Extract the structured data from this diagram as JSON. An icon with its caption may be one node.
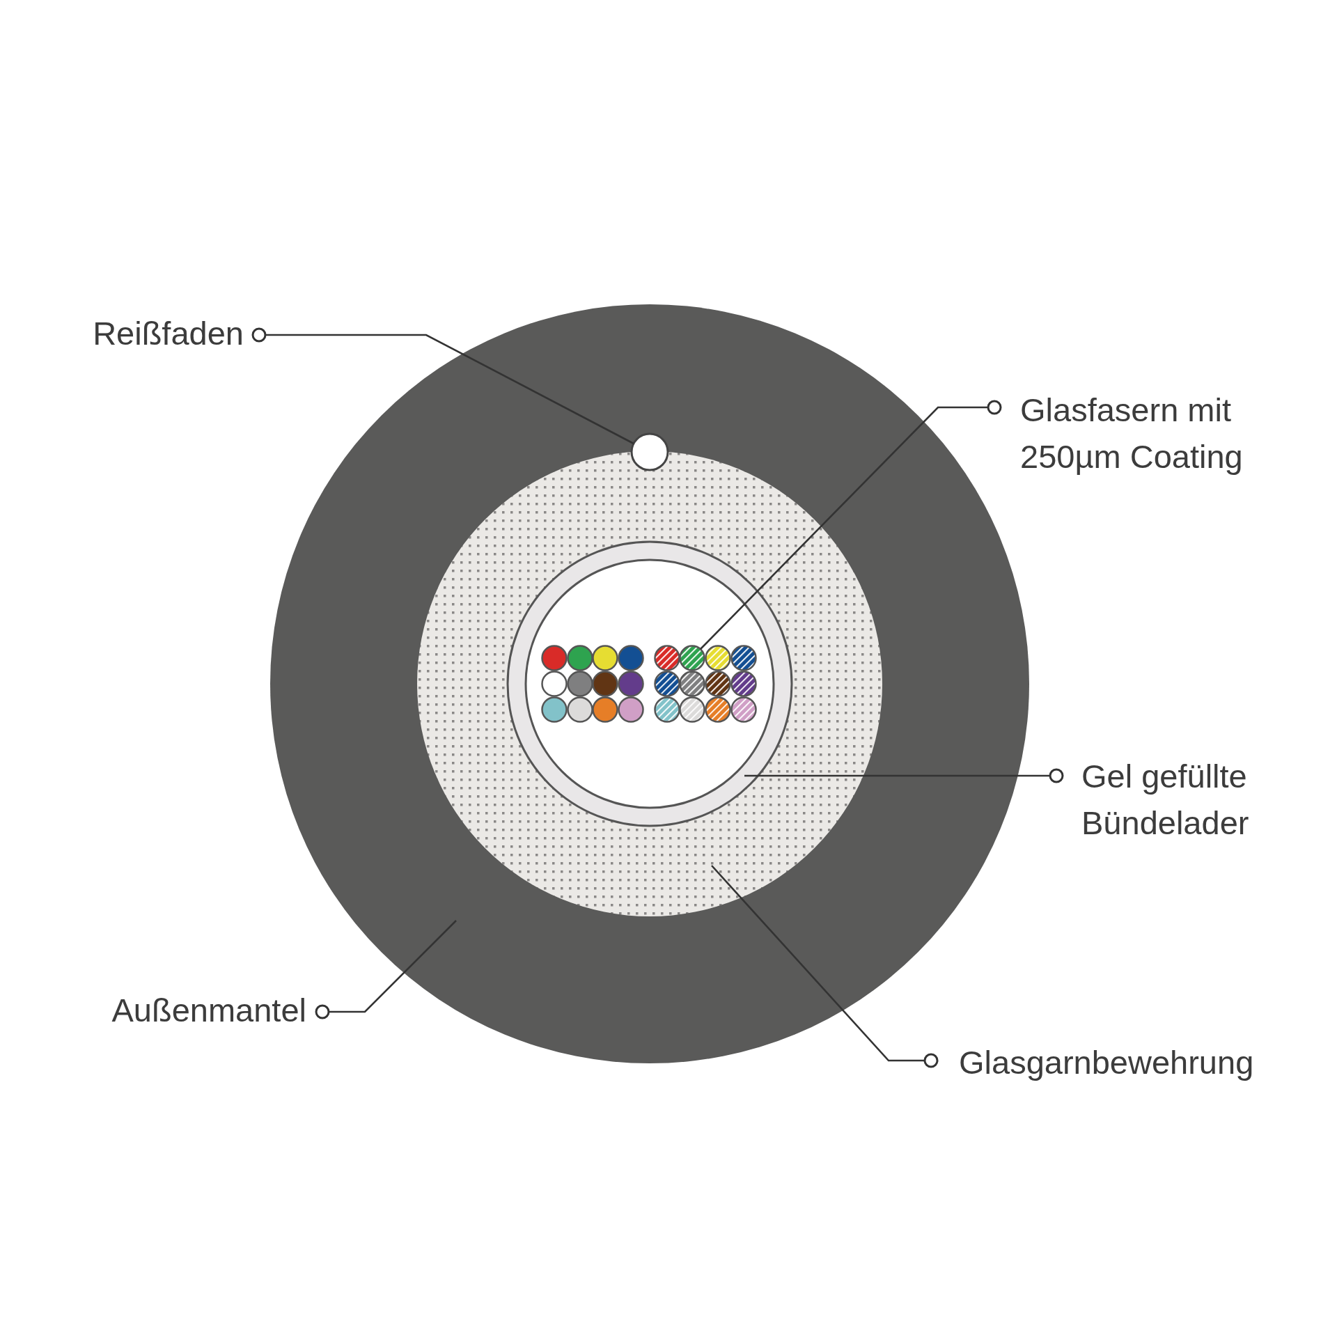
{
  "diagram": {
    "nodes": [
      {
        "text": [
          "Reißfaden"
        ]
      },
      {
        "text": [],
        "shape": "circle",
        "in": 7
      },
      {
        "text": [
          "Glasfasern mit 250µm Coating"
        ]
      },
      {
        "text": [],
        "shape": "circle",
        "in": 5
      },
      {
        "text": [
          "Gel gefüllte Bündelader"
        ]
      },
      {
        "text": [],
        "shape": "circle",
        "in": 9
      },
      {
        "text": [
          "Außenmantel"
        ]
      },
      {
        "text": [],
        "shape": "circle"
      },
      {
        "text": [
          "Glasgarnbewehrung"
        ]
      },
      {
        "text": [],
        "shape": "circle",
        "in": 7
      }
    ],
    "edges": [
      {
        "from": 0,
        "to": 1,
        "arrow": "other"
      },
      {
        "from": 2,
        "to": 3,
        "arrow": "other"
      },
      {
        "from": 4,
        "to": 5,
        "arrow": "other"
      },
      {
        "from": 6,
        "to": 7,
        "arrow": "other"
      },
      {
        "from": 8,
        "to": 9,
        "arrow": "other"
      }
    ]
  }
}
